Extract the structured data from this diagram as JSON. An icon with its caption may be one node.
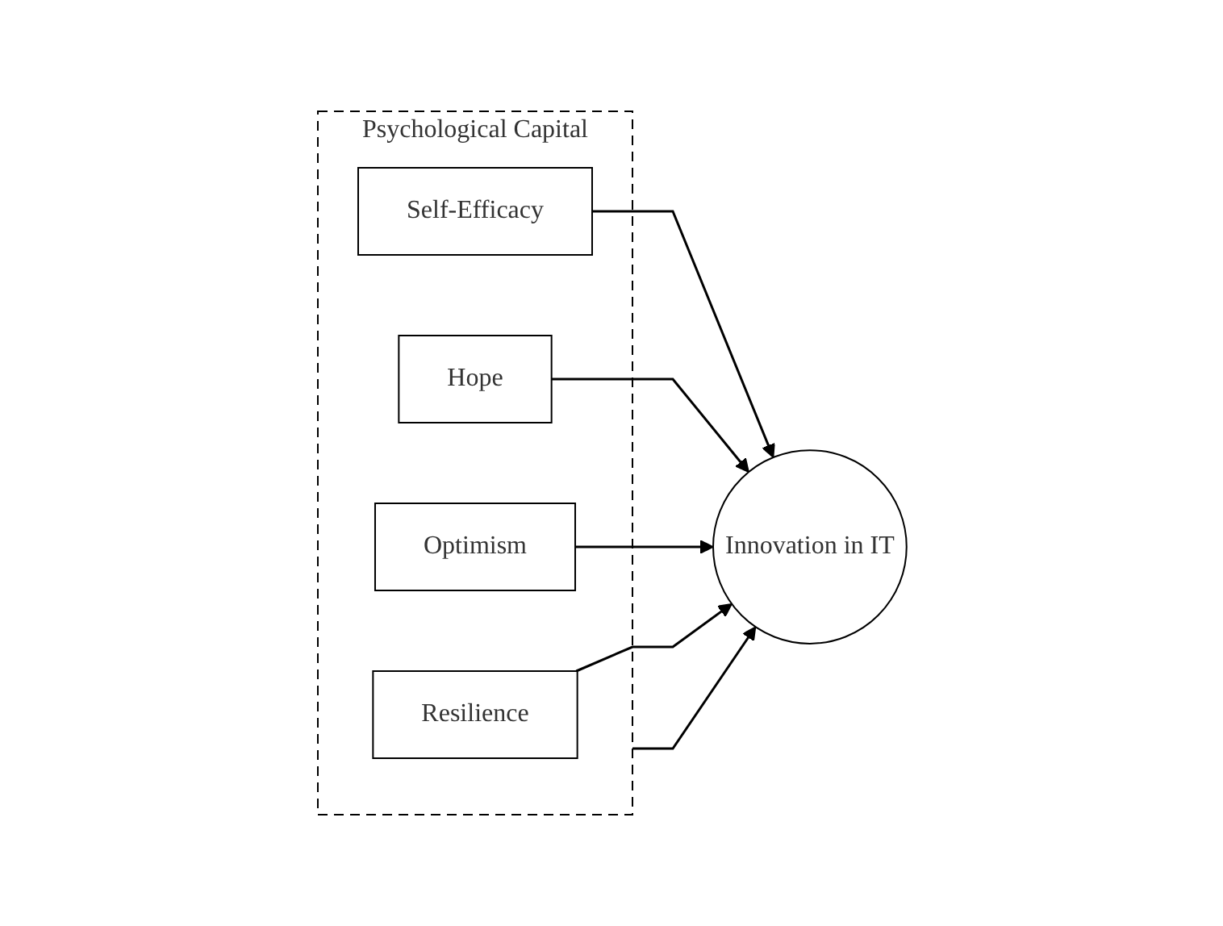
{
  "diagram": {
    "nodes": [
      {
        "text": [
          "Psychological Capital"
        ]
      },
      {
        "text": [
          "Self-Efficacy"
        ],
        "in": 0
      },
      {
        "text": [
          "Hope"
        ],
        "in": 0
      },
      {
        "text": [
          "Optimism"
        ],
        "in": 0
      },
      {
        "text": [
          "Resilience"
        ],
        "in": 0
      },
      {
        "text": [
          "Innovation in IT"
        ]
      }
    ],
    "edges": [
      {
        "from": 0,
        "to": 5,
        "arrow": "to"
      },
      {
        "from": 1,
        "to": 5,
        "arrow": "to"
      },
      {
        "from": 2,
        "to": 5,
        "arrow": "to"
      },
      {
        "from": 3,
        "to": 5,
        "arrow": "to"
      },
      {
        "from": 4,
        "to": 5,
        "arrow": "to"
      }
    ]
  }
}
